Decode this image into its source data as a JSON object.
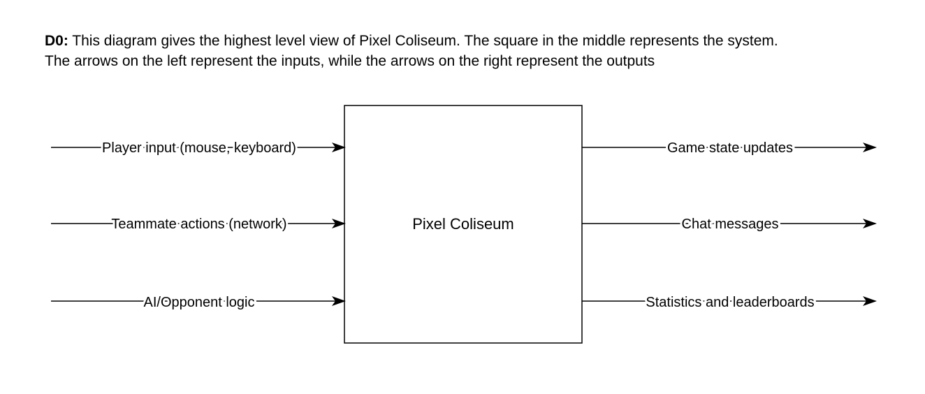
{
  "caption": {
    "prefix": "D0:",
    "line1": " This diagram gives the highest level view of Pixel Coliseum. The square in the middle represents the system.",
    "line2": "The arrows on the left represent the inputs, while the arrows on the right represent the outputs"
  },
  "system": {
    "label": "Pixel Coliseum"
  },
  "inputs": [
    "Player input (mouse, keyboard)",
    "Teammate actions (network)",
    "AI/Opponent logic"
  ],
  "outputs": [
    "Game state updates",
    "Chat messages",
    "Statistics and leaderboards"
  ]
}
